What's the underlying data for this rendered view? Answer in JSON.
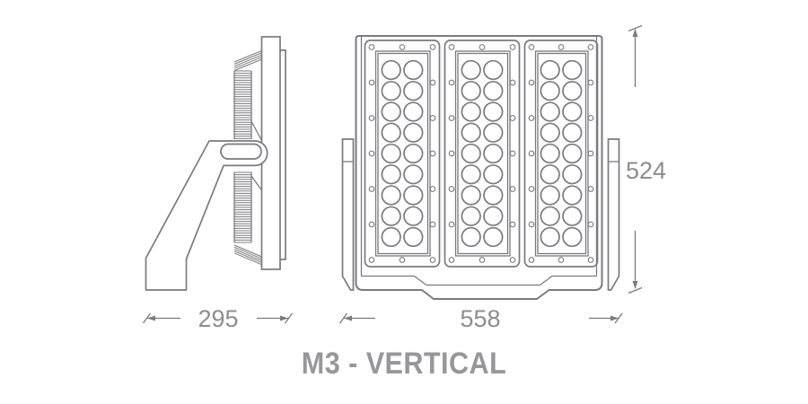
{
  "page": {
    "background": "#ffffff"
  },
  "drawing": {
    "title": "M3 - VERTICAL",
    "line_color": "#7a7a7f",
    "dim_text_color": "#8d8d90",
    "title_color": "#97979a",
    "dimensions": {
      "side_view_width": "295",
      "front_view_width": "558",
      "front_view_height": "524"
    },
    "front_view": {
      "module_count": 3,
      "led_rows_per_module": 9,
      "led_cols_per_module": 2,
      "side_screws_per_column": 5,
      "screws_per_module": 16
    }
  }
}
